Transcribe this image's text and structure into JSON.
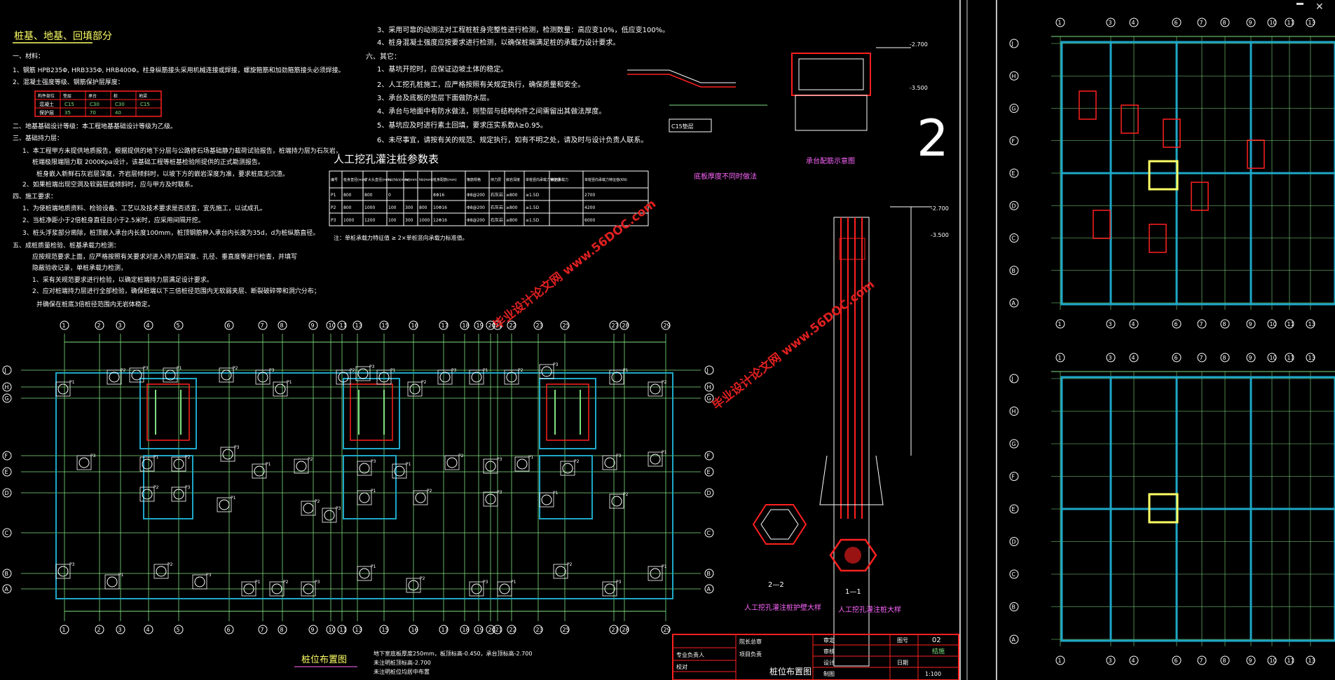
{
  "colors": {
    "background": "#000000",
    "text": "#ffffff",
    "title": "#ffff66",
    "grid": "#7fe07f",
    "wall": "#1ea7c8",
    "rebar": "#ff2020",
    "axis_bubble": "#ffffff",
    "table_frame": "#ff2020",
    "stamp": "#ff2020",
    "watermark": "#e02020"
  },
  "notes": {
    "heading": "桩基、地基、回填部分",
    "lines": [
      "一、材料：",
      "1、钢筋 HPB235Φ, HRB335Φ, HRB400Φ。柱身纵筋接头采用机械连接或焊接，螺旋箍筋和加劲箍筋接头必须焊接。",
      "2、混凝土强度等级、钢筋保护层厚度：",
      "二、地基基础设计等级：本工程地基基础设计等级为乙级。",
      "三、基础持力层：",
      "1、本工程甲方未提供地质报告，根据提供的地下分层与公路修石场基础静力载荷试验报告，桩端持力层为石灰岩，",
      "桩端极限端阻力取 2000Kpa设计，该基础工程等桩基检验所提供的正式勘测报告。",
      "桩身嵌入新鲜石灰岩层深度，齐岩层倾斜时，以坡下方的嵌岩深度为准，要求桩底无沉渣。",
      "2、如果桩端出现空洞及软弱层或倾斜时，应与甲方及时联系。",
      "四、施工要求：",
      "1、为使桩端地质资料、检验设备、工艺以及技术要求是否适宜，宜先施工，以试成孔。",
      "2、当桩净距小于2倍桩身直径且小于2.5米时，应采用间隔开挖。",
      "3、桩头浮浆部分凿除，桩顶嵌入承台内长度100mm，桩顶钢筋伸入承台内长度为35d，d为桩纵筋直径。",
      "五、成桩质量检验、桩基承载力检测：",
      "应按规范要求上面，应严格按照有关要求对进入持力层深度、孔径、垂直度等进行检查，并填写",
      "隐蔽验收记录，单桩承载力检测，",
      "1、采有关规范要求进行检验，以确定桩端持力层满足设计要求。",
      "2、应对桩端持力层进行全部检验，确保桩端以下三倍桩径范围内无软弱夹层、断裂破碎带和洞穴分布；",
      "并确保在桩底3倍桩径范围内无岩体稳定。"
    ],
    "notes_right": [
      "3、采用可靠的动测法对工程桩桩身完整性进行检测，检测数量：高应变10%，低应变100%。",
      "4、桩身混凝土强度应按要求进行检测，以确保桩端满足桩的承载力设计要求。",
      "六、其它：",
      "1、基坑开挖时，应保证边坡土体的稳定。",
      "2、人工挖孔桩施工，应严格按照有关规定执行，确保质量和安全。",
      "3、承台及底板的垫层下面做防水层。",
      "4、承台与地面中有防水做法，则垫层与结构构件之间需留出其做法厚度。",
      "5、基坑应及时进行素土回填，要求压实系数λ≥0.95。",
      "6、未尽事宜，请按有关的规范、规定执行，如有不明之处，请及时与设计负责人联系。"
    ]
  },
  "concrete_table": {
    "headers": [
      "构件部位",
      "垫层",
      "承台",
      "桩",
      "地梁"
    ],
    "rows": [
      [
        "混凝土",
        "C15",
        "C30",
        "C30",
        "C15"
      ],
      [
        "保护层",
        "35",
        "70",
        "40",
        ""
      ]
    ]
  },
  "pile_table": {
    "title": "人工挖孔灌注桩参数表",
    "headers": [
      "编号",
      "桩身直径(mm)",
      "扩大头直径(mm)",
      "hc(hb)(mm)",
      "hr(mm)",
      "hb(mm)",
      "桩身配筋(mm)",
      "箍筋规格",
      "持力层",
      "嵌岩深度",
      "单桩竖向承载力特征值",
      "嵌岩承载力",
      "单桩竖向承载力特征值(KN)"
    ],
    "rows": [
      [
        "P1",
        "800",
        "800",
        "0",
        "",
        "",
        "8Φ16",
        "Φ8@200",
        "石灰岩",
        "≥800",
        "≥1.5D",
        "",
        "2700"
      ],
      [
        "P2",
        "800",
        "1000",
        "100",
        "300",
        "800",
        "10Φ16",
        "Φ8@200",
        "石灰岩",
        "≥800",
        "≥1.5D",
        "",
        "4200"
      ],
      [
        "P3",
        "1000",
        "1200",
        "100",
        "300",
        "1000",
        "12Φ16",
        "Φ8@200",
        "石灰岩",
        "≥800",
        "≥1.5D",
        "",
        "6000"
      ]
    ],
    "note": "注：单桩承载力特征值 ≥ 2×单桩竖向承载力标准值。"
  },
  "pile_plan": {
    "title": "桩位布置图",
    "notes": [
      "地下室底板厚度250mm，板顶标高-0.450，承台顶标高-2.700",
      "未注明桩顶标高-2.700",
      "未注明桩位均居中布置"
    ],
    "x_axes": [
      "1",
      "2",
      "3",
      "4",
      "5",
      "6",
      "7",
      "8",
      "9",
      "10",
      "11",
      "13",
      "15",
      "16",
      "17",
      "18",
      "19",
      "20",
      "21",
      "22",
      "23",
      "25",
      "27",
      "28",
      "29"
    ],
    "y_axes": [
      "J",
      "H",
      "G",
      "F",
      "E",
      "D",
      "C",
      "B",
      "A"
    ],
    "pile_labels": [
      "P1",
      "P2",
      "P3"
    ]
  },
  "details": {
    "cap_section_title": "承台配筋示意图",
    "elev_a": "-2.700",
    "elev_b": "-3.500",
    "bottom_title": "底板厚度不同时做法",
    "pile_elevation_title": "人工挖孔灌注桩大样",
    "pile_protect_title": "人工挖孔灌注桩护壁大样",
    "sec_22": "2—2",
    "sec_11": "1—1",
    "big_number": "2",
    "c15_label": "C15垫层"
  },
  "title_block": {
    "left_rows": [
      "院长总审",
      "项目负责",
      "专业负责人",
      "校对"
    ],
    "drawing_title": "桩位布置图",
    "right_rows": [
      "审定",
      "审核",
      "设计",
      "制图",
      "日期"
    ],
    "sheet_no_label": "图号",
    "sheet_no": "02",
    "status": "结施",
    "scale": "1:100"
  },
  "right_plans": {
    "top_x_axes": [
      "1",
      "3",
      "4",
      "6",
      "7",
      "8",
      "9",
      "10",
      "11",
      "13"
    ],
    "bottom_x_axes": [
      "1",
      "3",
      "4",
      "6",
      "7",
      "8",
      "9",
      "10",
      "11",
      "13"
    ],
    "y_axes": [
      "J",
      "H",
      "G",
      "F",
      "E",
      "D",
      "C",
      "B",
      "A"
    ]
  },
  "watermark": "毕业设计论文网 www.56DOC.com"
}
